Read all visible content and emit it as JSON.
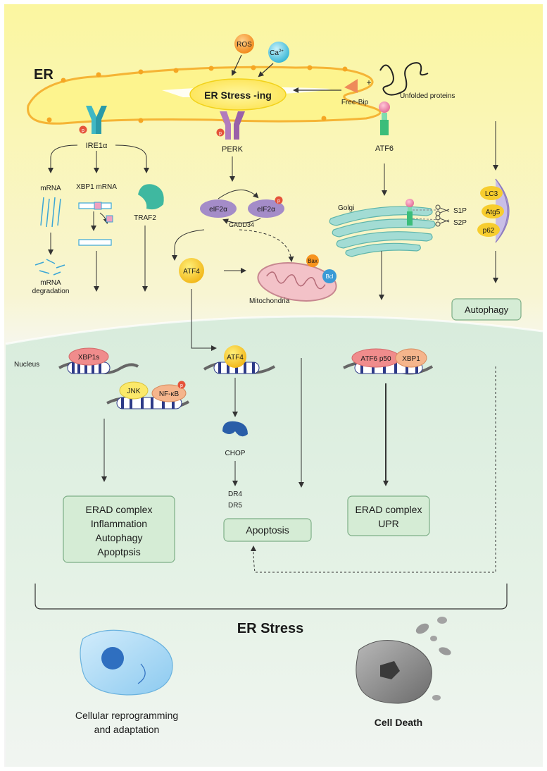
{
  "compartments": {
    "er": "ER",
    "nucleus": "Nucleus",
    "golgi": "Golgi",
    "mitochondria": "Mitochondria"
  },
  "stress_inputs": {
    "ros": "ROS",
    "calcium": "Ca",
    "calcium_sup": "2+",
    "free_bip": "Free-Bip",
    "unfolded_proteins": "Unfolded proteins",
    "plus": "+"
  },
  "er_stress_label": "ER Stress -ing",
  "sensors": {
    "ire1a": "IRE1α",
    "perk": "PERK",
    "atf6": "ATF6",
    "phospho": "p"
  },
  "ire1_branch": {
    "mrna": "mRNA",
    "xbp1_mrna": "XBP1 mRNA",
    "traf2": "TRAF2",
    "mrna_degradation_1": "mRNA",
    "mrna_degradation_2": "degradation"
  },
  "perk_branch": {
    "eif2a": "eIF2α",
    "eif2a_p": "eIF2α",
    "gadd34": "GADD34",
    "atf4": "ATF4",
    "bax": "Bax",
    "bcl": "Bcl"
  },
  "atf6_branch": {
    "s1p": "S1P",
    "s2p": "S2P"
  },
  "autophagy_branch": {
    "lc3": "LC3",
    "atg5": "Atg5",
    "p62": "p62",
    "autophagy": "Autophagy"
  },
  "nucleus_factors": {
    "xbp1s": "XBP1s",
    "jnk": "JNK",
    "nfkb": "NF-κB",
    "atf4": "ATF4",
    "atf6p50": "ATF6 p50",
    "xbp1": "XBP1",
    "chop": "CHOP",
    "dr4": "DR4",
    "dr5": "DR5"
  },
  "outcome_boxes": {
    "left": [
      "ERAD complex",
      "Inflammation",
      "Autophagy",
      "Apoptpsis"
    ],
    "apoptosis": "Apoptosis",
    "right": [
      "ERAD complex",
      "UPR"
    ]
  },
  "bottom": {
    "er_stress": "ER Stress",
    "adaptation_1": "Cellular reprogramming",
    "adaptation_2": "and adaptation",
    "cell_death": "Cell Death"
  },
  "colors": {
    "er_yellow": "#fbf18a",
    "er_membrane": "#f5b435",
    "nucleus_green": "#e3f1e4",
    "box_green": "#d5ecd5",
    "box_border": "#7dae86",
    "ire1_teal": "#3fb8c4",
    "perk_purple": "#b27bbd",
    "atf6_green": "#3bbd7a",
    "eif2_purple": "#a48cc8",
    "atf4_yellow": "#f7cd2e",
    "phospho_red": "#e5533a",
    "xbp1s_pink": "#f08c8c",
    "cell_blue": "#9fd3f2",
    "cell_gray": "#8a8a8a"
  }
}
